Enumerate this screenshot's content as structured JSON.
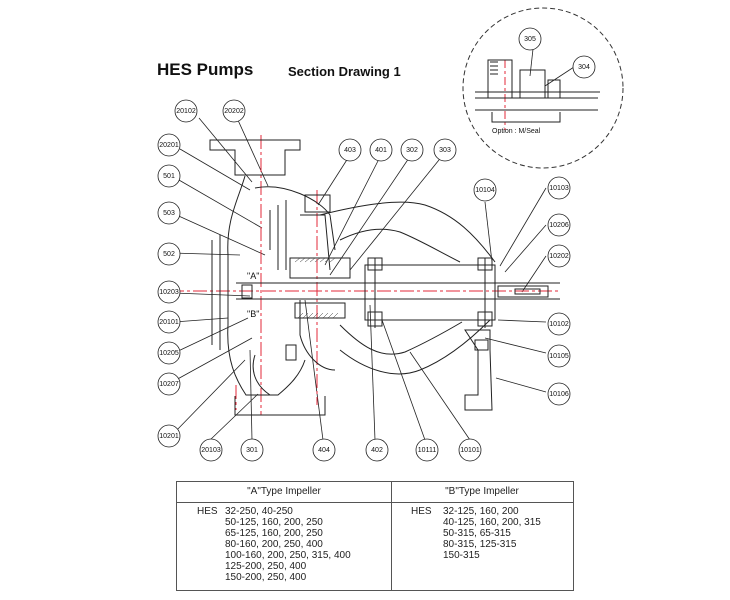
{
  "header": {
    "title": "HES Pumps",
    "subtitle": "Section Drawing 1"
  },
  "callouts": [
    {
      "id": "c-20102",
      "label": "20102"
    },
    {
      "id": "c-20202",
      "label": "20202"
    },
    {
      "id": "c-20201",
      "label": "20201"
    },
    {
      "id": "c-501",
      "label": "501"
    },
    {
      "id": "c-503",
      "label": "503"
    },
    {
      "id": "c-502",
      "label": "502"
    },
    {
      "id": "c-10203",
      "label": "10203"
    },
    {
      "id": "c-20101",
      "label": "20101"
    },
    {
      "id": "c-10205",
      "label": "10205"
    },
    {
      "id": "c-10207",
      "label": "10207"
    },
    {
      "id": "c-10201",
      "label": "10201"
    },
    {
      "id": "c-20103",
      "label": "20103"
    },
    {
      "id": "c-301",
      "label": "301"
    },
    {
      "id": "c-404",
      "label": "404"
    },
    {
      "id": "c-402",
      "label": "402"
    },
    {
      "id": "c-10111",
      "label": "10111"
    },
    {
      "id": "c-10101",
      "label": "10101"
    },
    {
      "id": "c-403",
      "label": "403"
    },
    {
      "id": "c-401",
      "label": "401"
    },
    {
      "id": "c-302",
      "label": "302"
    },
    {
      "id": "c-303",
      "label": "303"
    },
    {
      "id": "c-10104",
      "label": "10104"
    },
    {
      "id": "c-10103",
      "label": "10103"
    },
    {
      "id": "c-10206",
      "label": "10206"
    },
    {
      "id": "c-10202",
      "label": "10202"
    },
    {
      "id": "c-10102",
      "label": "10102"
    },
    {
      "id": "c-10105",
      "label": "10105"
    },
    {
      "id": "c-10106",
      "label": "10106"
    },
    {
      "id": "c-305",
      "label": "305"
    },
    {
      "id": "c-304",
      "label": "304"
    }
  ],
  "inset": {
    "caption": "Option : M/Seal"
  },
  "marks": {
    "a": "\"A\"",
    "b": "\"B\""
  },
  "impeller_table": {
    "a": {
      "header": "\"A\"Type Impeller",
      "prefix": "HES",
      "lines": [
        "32-250, 40-250",
        "50-125, 160, 200, 250",
        "65-125, 160, 200, 250",
        "80-160, 200, 250, 400",
        "100-160, 200, 250, 315, 400",
        "125-200, 250, 400",
        "150-200, 250, 400"
      ]
    },
    "b": {
      "header": "\"B\"Type Impeller",
      "prefix": "HES",
      "lines": [
        "32-125, 160, 200",
        "40-125, 160, 200, 315",
        "50-315, 65-315",
        "80-315, 125-315",
        "150-315"
      ]
    }
  }
}
